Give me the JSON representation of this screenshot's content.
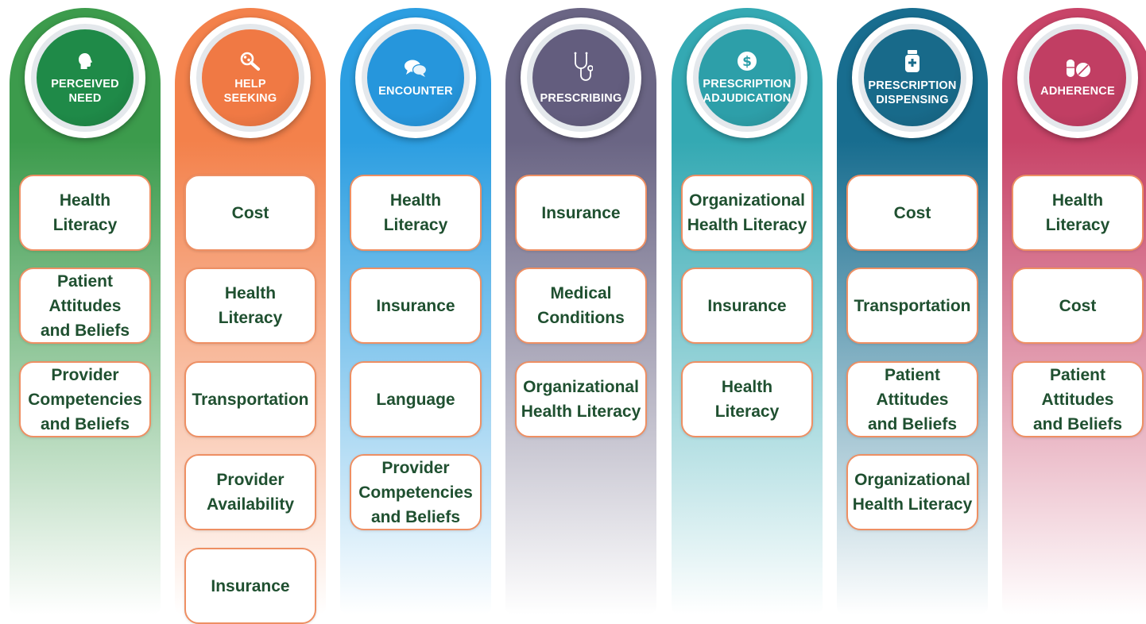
{
  "columns": [
    {
      "id": "perceived-need",
      "title": "PERCEIVED\nNEED",
      "icon": "head-icon",
      "colors": {
        "band_top": "#3c9b4c",
        "band_bottom": "#ffffff",
        "circle": "#1f8a48"
      },
      "factors": [
        "Health\nLiteracy",
        "Patient\nAttitudes\nand Beliefs",
        "Provider\nCompetencies\nand Beliefs"
      ]
    },
    {
      "id": "help-seeking",
      "title": "HELP\nSEEKING",
      "icon": "magnifier-icon",
      "colors": {
        "band_top": "#f3814b",
        "band_bottom": "#ffffff",
        "circle": "#f07944"
      },
      "factors": [
        "Cost",
        "Health\nLiteracy",
        "Transportation",
        "Provider\nAvailability",
        "Insurance"
      ]
    },
    {
      "id": "encounter",
      "title": "ENCOUNTER",
      "icon": "speech-bubbles-icon",
      "colors": {
        "band_top": "#2c9ee1",
        "band_bottom": "#ffffff",
        "circle": "#2696dc"
      },
      "factors": [
        "Health\nLiteracy",
        "Insurance",
        "Language",
        "Provider\nCompetencies\nand Beliefs"
      ]
    },
    {
      "id": "prescribing",
      "title": "PRESCRIBING",
      "icon": "stethoscope-icon",
      "colors": {
        "band_top": "#6a6584",
        "band_bottom": "#ffffff",
        "circle": "#635d7e"
      },
      "factors": [
        "Insurance",
        "Medical\nConditions",
        "Organizational\nHealth Literacy"
      ]
    },
    {
      "id": "prescription-adjudication",
      "title": "PRESCRIPTION\nADJUDICATION",
      "icon": "dollar-coin-icon",
      "colors": {
        "band_top": "#34a9b3",
        "band_bottom": "#ffffff",
        "circle": "#2d9fa9"
      },
      "factors": [
        "Organizational\nHealth Literacy",
        "Insurance",
        "Health\nLiteracy"
      ]
    },
    {
      "id": "prescription-dispensing",
      "title": "PRESCRIPTION\nDISPENSING",
      "icon": "pill-bottle-icon",
      "colors": {
        "band_top": "#186d8f",
        "band_bottom": "#ffffff",
        "circle": "#186a8a"
      },
      "factors": [
        "Cost",
        "Transportation",
        "Patient\nAttitudes\nand Beliefs",
        "Organizational\nHealth Literacy"
      ]
    },
    {
      "id": "adherence",
      "title": "ADHERENCE",
      "icon": "pills-icon",
      "colors": {
        "band_top": "#c84468",
        "band_bottom": "#ffffff",
        "circle": "#c13e63"
      },
      "factors": [
        "Health\nLiteracy",
        "Cost",
        "Patient\nAttitudes\nand Beliefs"
      ]
    }
  ],
  "card_border_color": "#ee8f63",
  "card_text_color": "#1f5030"
}
